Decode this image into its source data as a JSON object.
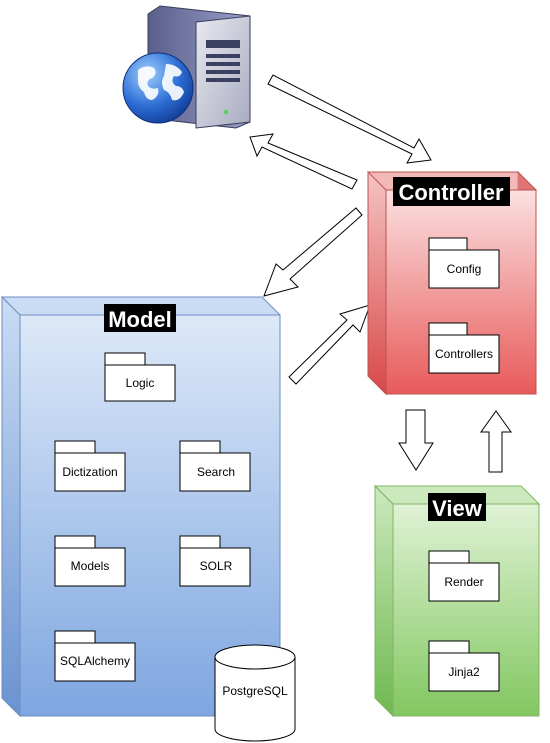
{
  "controller": {
    "title": "Controller",
    "packages": [
      "Config",
      "Controllers"
    ]
  },
  "model": {
    "title": "Model",
    "packages": [
      "Logic",
      "Dictization",
      "Search",
      "Models",
      "SOLR",
      "SQLAlchemy"
    ],
    "database": "PostgreSQL"
  },
  "view": {
    "title": "View",
    "packages": [
      "Render",
      "Jinja2"
    ]
  },
  "server": {
    "icon": "web-server-globe-icon"
  },
  "colors": {
    "controller_fill": "#e85a5a",
    "controller_light": "#fad3d3",
    "model_fill": "#7ea6e0",
    "model_light": "#d7e5f7",
    "view_fill": "#82c760",
    "view_light": "#d6efc9",
    "title_bg": "#000000",
    "title_text": "#ffffff"
  }
}
